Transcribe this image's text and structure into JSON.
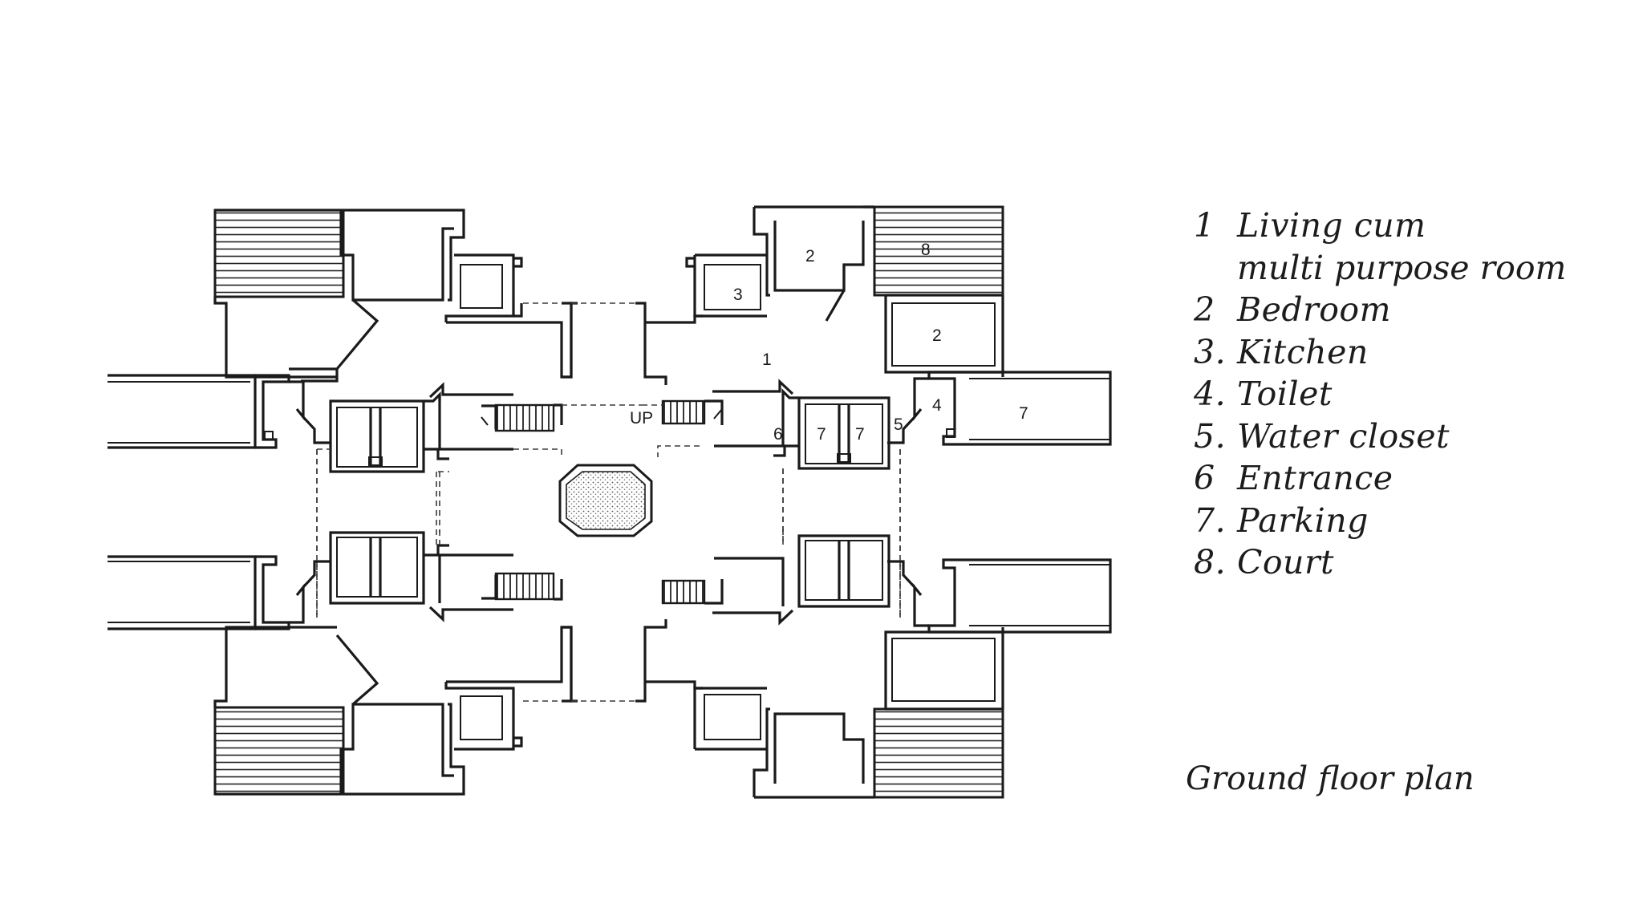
{
  "legend": {
    "items": [
      {
        "num": "1",
        "line1": "Living cum",
        "line2": "multi purpose room"
      },
      {
        "num": "2",
        "line1": "Bedroom"
      },
      {
        "num": "3.",
        "line1": "Kitchen"
      },
      {
        "num": "4.",
        "line1": "Toilet"
      },
      {
        "num": "5.",
        "line1": "Water closet"
      },
      {
        "num": "6",
        "line1": "Entrance"
      },
      {
        "num": "7.",
        "line1": "Parking"
      },
      {
        "num": "8.",
        "line1": "Court"
      }
    ]
  },
  "caption": "Ground floor plan",
  "plan": {
    "up_label": "UP",
    "room_labels": {
      "living": "1",
      "bedroom_a": "2",
      "bedroom_b": "2",
      "kitchen": "3",
      "toilet": "4",
      "water_closet": "5",
      "entrance": "6",
      "parking_a": "7",
      "parking_b": "7",
      "parking_c": "7",
      "court": "8"
    }
  }
}
